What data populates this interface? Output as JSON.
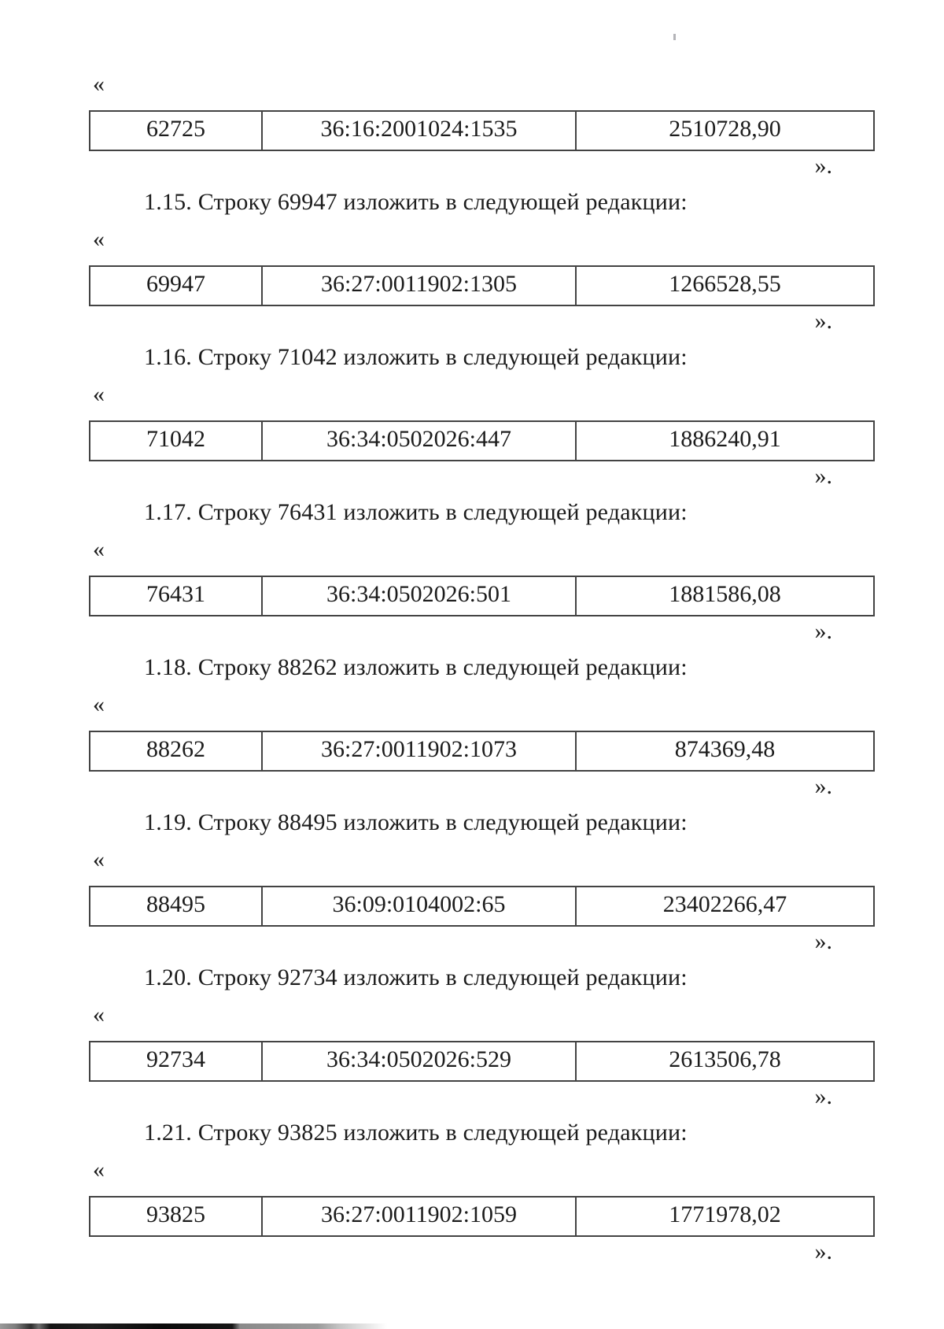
{
  "document": {
    "quote_open": "«",
    "quote_close": "».",
    "sections": [
      {
        "row": {
          "number": "62725",
          "cadastral": "36:16:2001024:1535",
          "value": "2510728,90"
        }
      },
      {
        "heading": "1.15. Строку 69947 изложить в следующей редакции:",
        "row": {
          "number": "69947",
          "cadastral": "36:27:0011902:1305",
          "value": "1266528,55"
        }
      },
      {
        "heading": "1.16. Строку 71042 изложить в следующей редакции:",
        "row": {
          "number": "71042",
          "cadastral": "36:34:0502026:447",
          "value": "1886240,91"
        }
      },
      {
        "heading": "1.17. Строку 76431 изложить в следующей редакции:",
        "row": {
          "number": "76431",
          "cadastral": "36:34:0502026:501",
          "value": "1881586,08"
        }
      },
      {
        "heading": "1.18. Строку 88262 изложить в следующей редакции:",
        "row": {
          "number": "88262",
          "cadastral": "36:27:0011902:1073",
          "value": "874369,48"
        }
      },
      {
        "heading": "1.19. Строку 88495 изложить в следующей редакции:",
        "row": {
          "number": "88495",
          "cadastral": "36:09:0104002:65",
          "value": "23402266,47"
        }
      },
      {
        "heading": "1.20. Строку 92734 изложить в следующей редакции:",
        "row": {
          "number": "92734",
          "cadastral": "36:34:0502026:529",
          "value": "2613506,78"
        }
      },
      {
        "heading": "1.21. Строку 93825 изложить в следующей редакции:",
        "row": {
          "number": "93825",
          "cadastral": "36:27:0011902:1059",
          "value": "1771978,02"
        }
      }
    ]
  }
}
